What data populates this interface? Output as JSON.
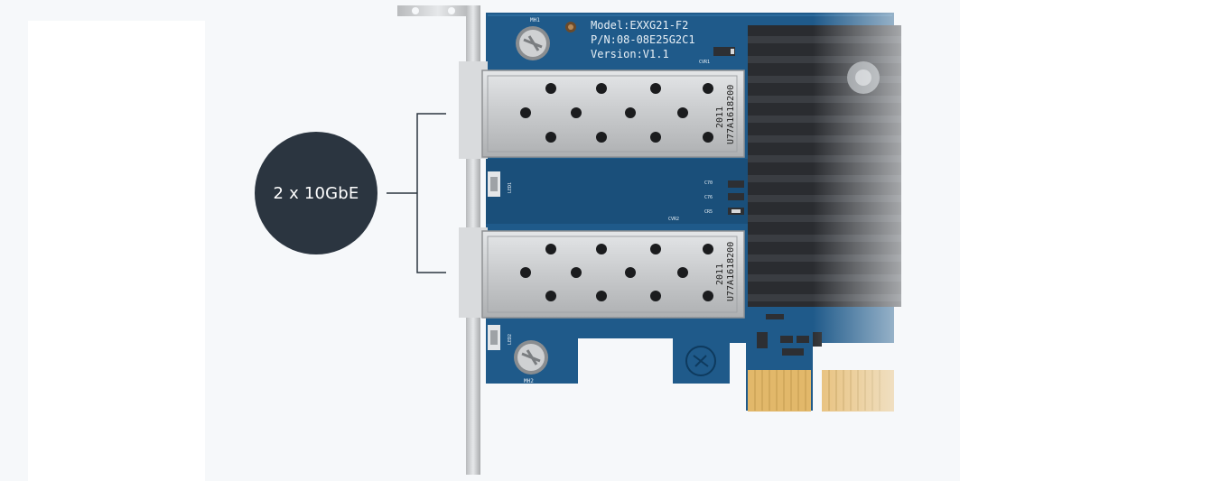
{
  "badge": {
    "label": "2 x 10GbE"
  },
  "card": {
    "model": "Model:EXXG21-F2",
    "pn": "P/N:08-08E25G2C1",
    "version": "Version:V1.1",
    "port1_serial_a": "2011",
    "port1_serial_b": "U77A1618200",
    "port2_serial_a": "2011",
    "port2_serial_b": "U77A1618200",
    "silk_led1": "LED1",
    "silk_led2": "LED2",
    "silk_c70": "C70",
    "silk_c76": "C76",
    "silk_cr5": "CR5",
    "silk_cvr1": "CVR1",
    "silk_cvr2": "CVR2",
    "silk_mh1": "MH1",
    "silk_mh2": "MH2"
  },
  "colors": {
    "pcb": "#1f5a8a",
    "badge": "#2b3540",
    "heatsink": "#2a2c30",
    "cage": "#c9cbcd",
    "gold": "#e2b86a"
  }
}
